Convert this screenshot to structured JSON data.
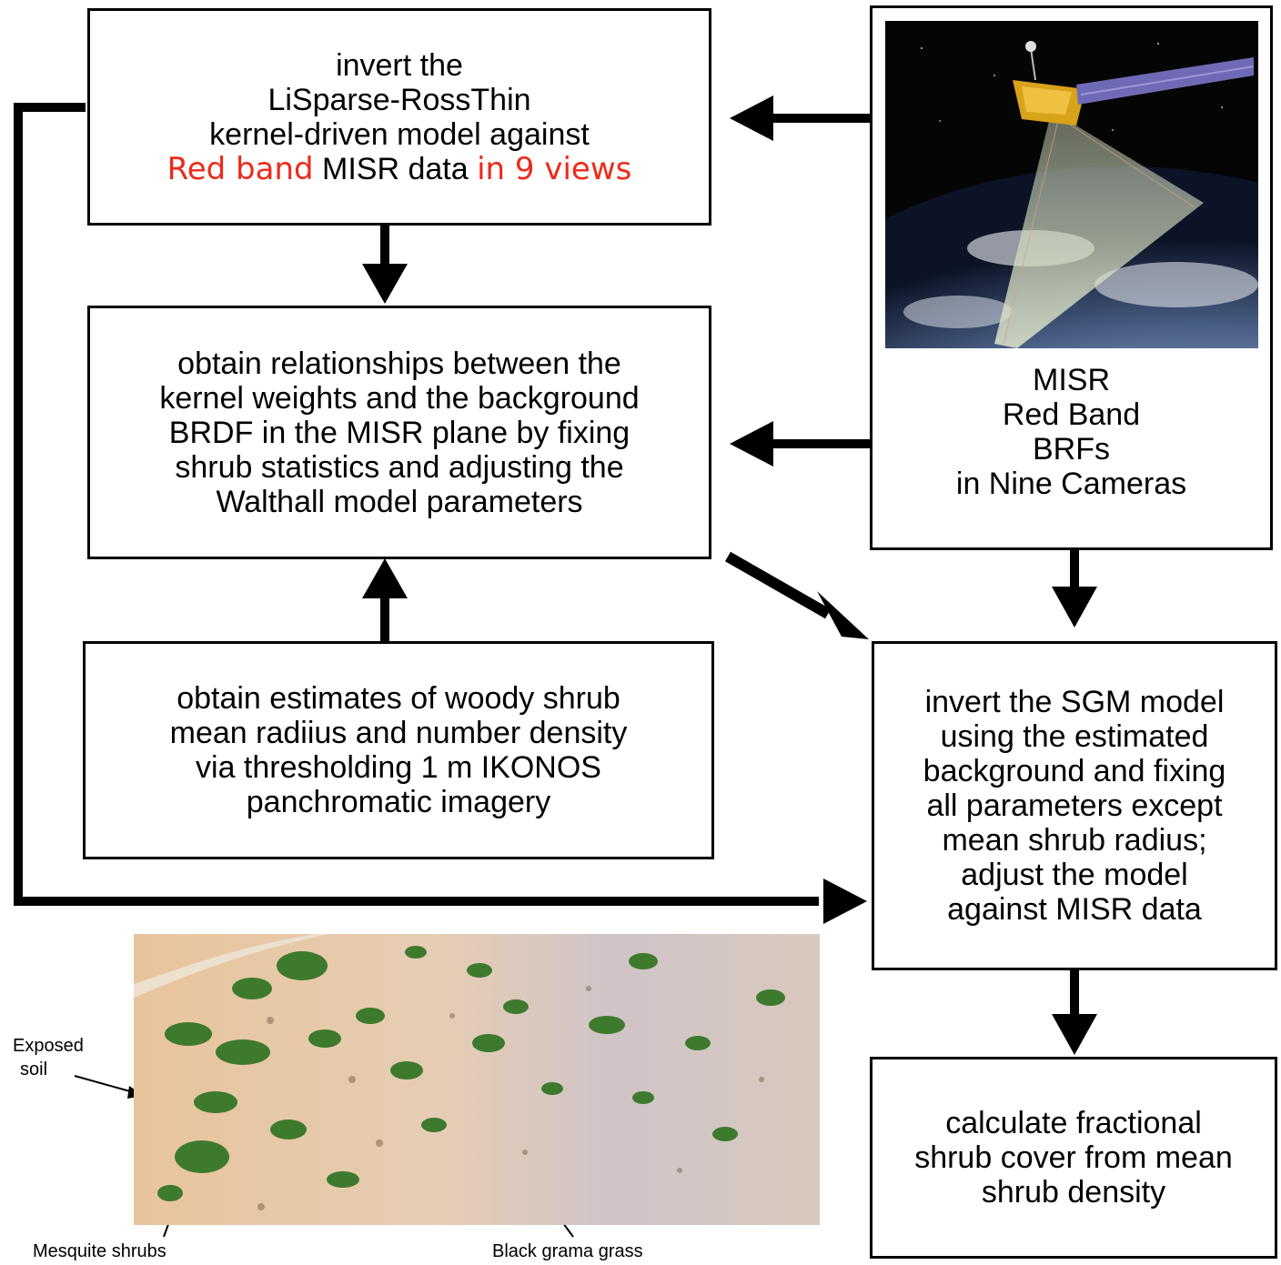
{
  "box_invert_kernel": {
    "line1": "invert the",
    "line2": "LiSparse-RossThin",
    "line3": "kernel-driven model against",
    "red1": "Red band",
    "mid": "MISR data",
    "red2": "in 9 views"
  },
  "box_relationships": {
    "lines": [
      "obtain relationships between the",
      "kernel weights and the background",
      "BRDF in the MISR plane by fixing",
      "shrub statistics and adjusting the",
      "Walthall model parameters"
    ]
  },
  "box_estimates": {
    "lines": [
      "obtain estimates of woody shrub",
      "mean radiius and number density",
      "via thresholding 1 m IKONOS",
      "panchromatic imagery"
    ]
  },
  "box_misr": {
    "lines": [
      "MISR",
      "Red Band",
      "BRFs",
      "in Nine Cameras"
    ]
  },
  "box_sgm": {
    "lines": [
      "invert the SGM model",
      "using the estimated",
      "background and fixing",
      "all parameters except",
      "mean shrub radius;",
      "adjust the model",
      "against MISR data"
    ]
  },
  "box_calculate": {
    "lines": [
      "calculate fractional",
      "shrub cover from mean",
      "shrub density"
    ]
  },
  "photo_labels": {
    "exposed1": "Exposed",
    "exposed2": "soil",
    "mesquite": "Mesquite shrubs",
    "grama": "Black grama grass"
  },
  "colors": {
    "red_text": "#ee2a1a",
    "box_border": "#000000"
  }
}
